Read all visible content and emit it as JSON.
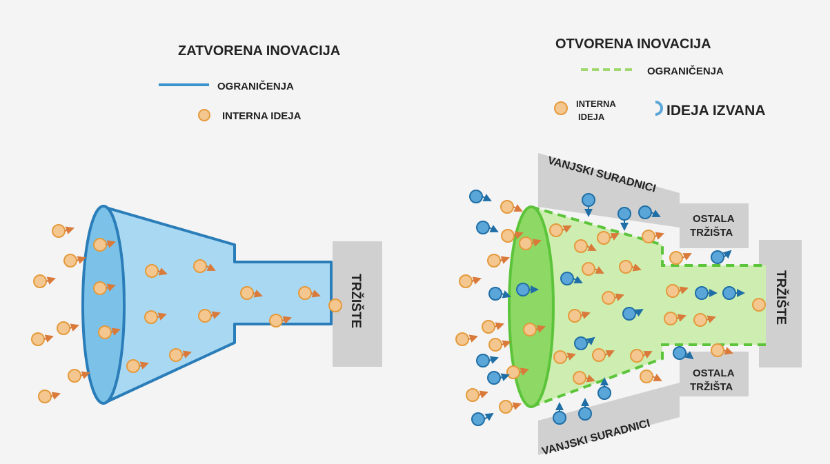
{
  "closed": {
    "title": "ZATVORENA INOVACIJA",
    "legend_constraints": "OGRANIČENJA",
    "legend_internal": "INTERNA IDEJA",
    "market": "TRŽIŠTE"
  },
  "open": {
    "title": "OTVORENA INOVACIJA",
    "legend_constraints": "OGRANIČENJA",
    "legend_internal_line1": "INTERNA",
    "legend_internal_line2": "IDEJA",
    "legend_external": "IDEJA IZVANA",
    "partners_top": "VANJSKI SURADNICI",
    "partners_bottom": "VANJSKI SURADNICI",
    "other_markets_top_line1": "OSTALA",
    "other_markets_top_line2": "TRŽIŠTA",
    "other_markets_bottom_line1": "OSTALA",
    "other_markets_bottom_line2": "TRŽIŠTA",
    "market": "TRŽIŠTE"
  },
  "colors": {
    "closed_fill": "#a9d8f2",
    "closed_stroke": "#2a7db8",
    "open_fill": "#cdeeb0",
    "open_stroke": "#5cc43a",
    "internal_idea": "#f3c78f",
    "internal_idea_stroke": "#e59a3c",
    "external_idea": "#5aa6d8",
    "external_idea_stroke": "#1f6ea6",
    "gray_box": "#d0d0d0"
  }
}
